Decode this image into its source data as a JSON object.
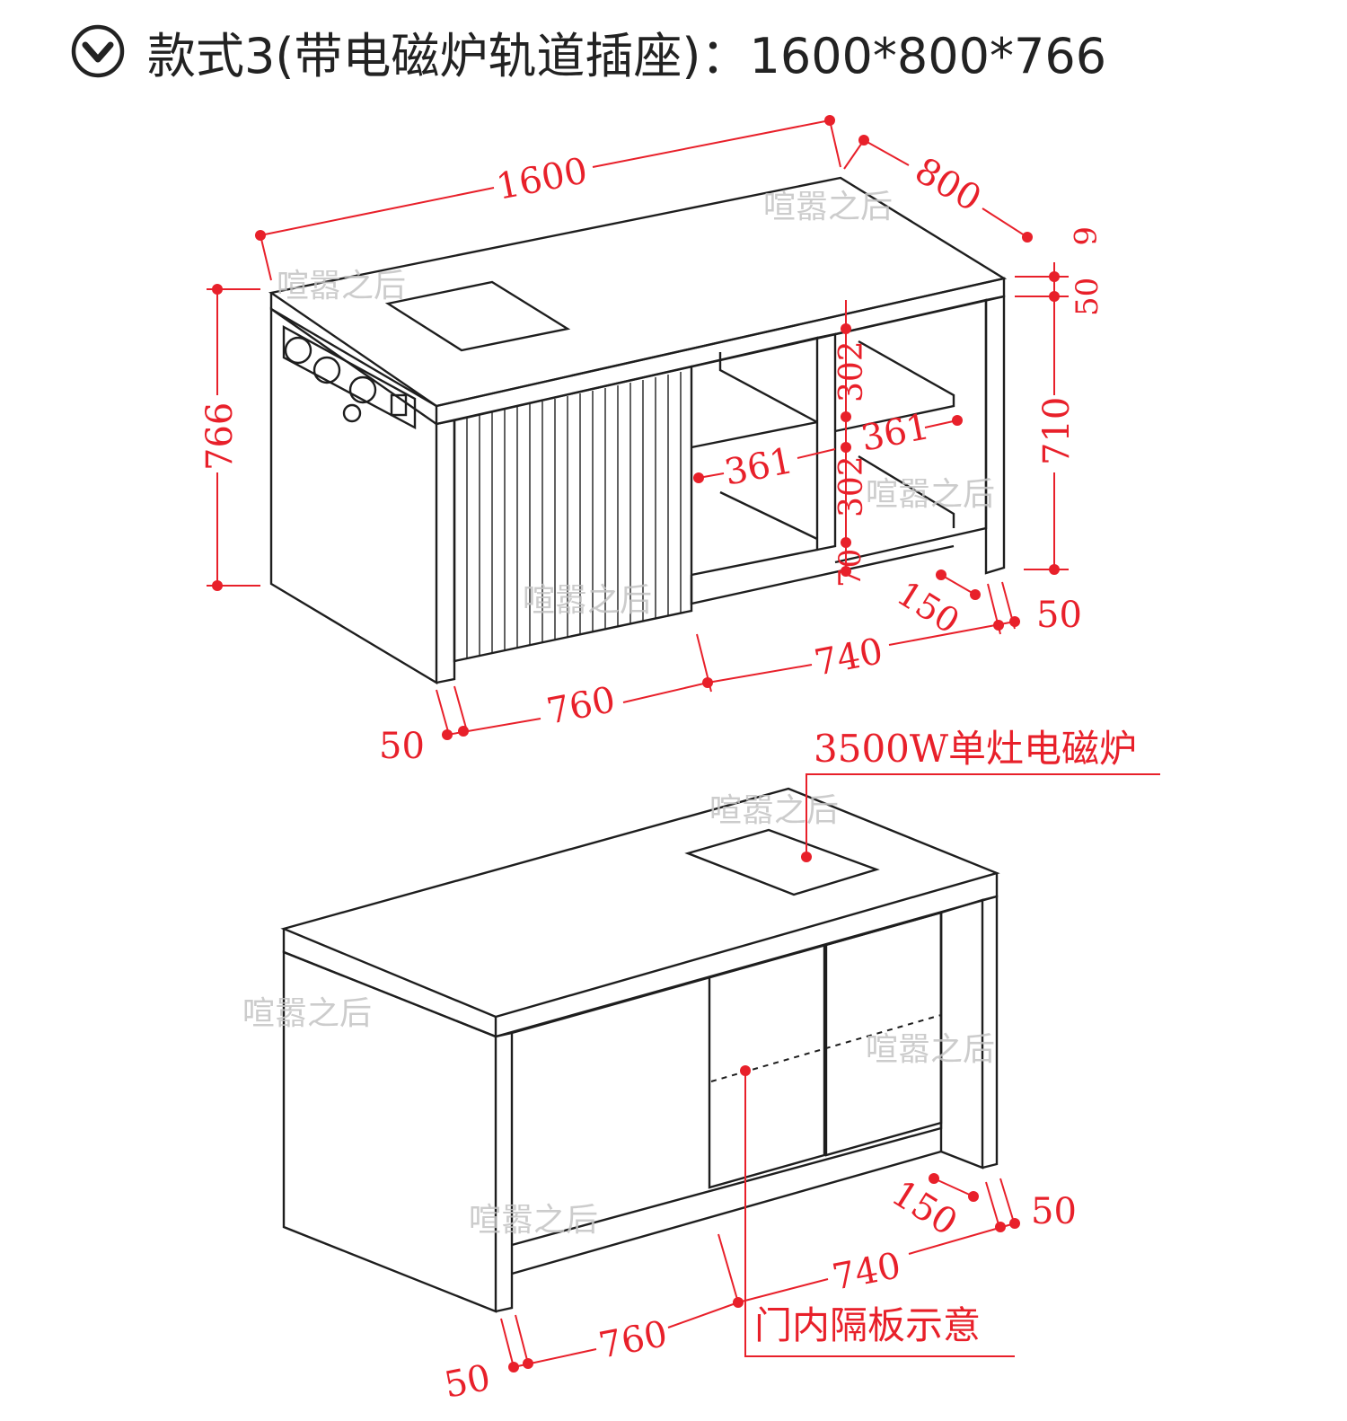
{
  "header": {
    "title": "款式3(带电磁炉轨道插座)：1600*800*766",
    "icon": "chevron-down-circle-icon"
  },
  "colors": {
    "dimension": "#e8202a",
    "line": "#1e1e1e",
    "watermark": "#c4c4c4"
  },
  "watermark": "喧嚣之后",
  "top_view": {
    "dims": {
      "length": "1600",
      "depth": "800",
      "height": "766",
      "top_thickness": "6",
      "top_rail": "50",
      "side_height": "710",
      "shelf_h1": "302",
      "shelf_h2": "302",
      "plinth": "70",
      "shelf_w1": "361",
      "shelf_w2": "361",
      "leg_left": "50",
      "front_left": "760",
      "front_right": "740",
      "leg_right": "50",
      "recess": "150"
    }
  },
  "bottom_view": {
    "dims": {
      "leg_left": "50",
      "front_left": "760",
      "front_right": "740",
      "leg_right": "50",
      "recess": "150"
    },
    "labels": {
      "cooktop": "3500W单灶电磁炉",
      "partition": "门内隔板示意"
    }
  }
}
